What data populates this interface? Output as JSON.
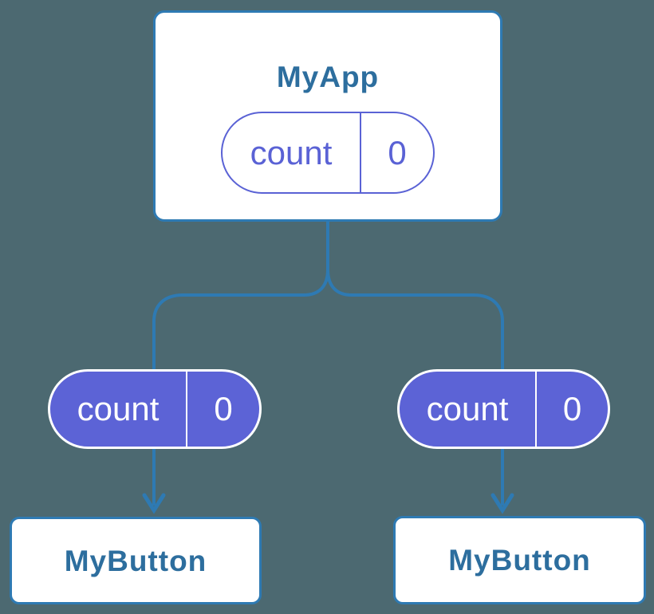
{
  "colors": {
    "background": "#4c6971",
    "connector-blue": "#2e7ab3",
    "card-border-blue": "#2e7ab3",
    "title-blue": "#2d6e9e",
    "state-purple": "#5a62d5",
    "state-pill-fill": "#5c63d6",
    "card-bg": "#ffffff",
    "state-text-light": "#ffffff"
  },
  "tree": {
    "root": {
      "title": "MyApp",
      "state": {
        "key": "count",
        "value": "0"
      }
    },
    "children": [
      {
        "title": "MyButton",
        "state": {
          "key": "count",
          "value": "0"
        }
      },
      {
        "title": "MyButton",
        "state": {
          "key": "count",
          "value": "0"
        }
      }
    ]
  }
}
